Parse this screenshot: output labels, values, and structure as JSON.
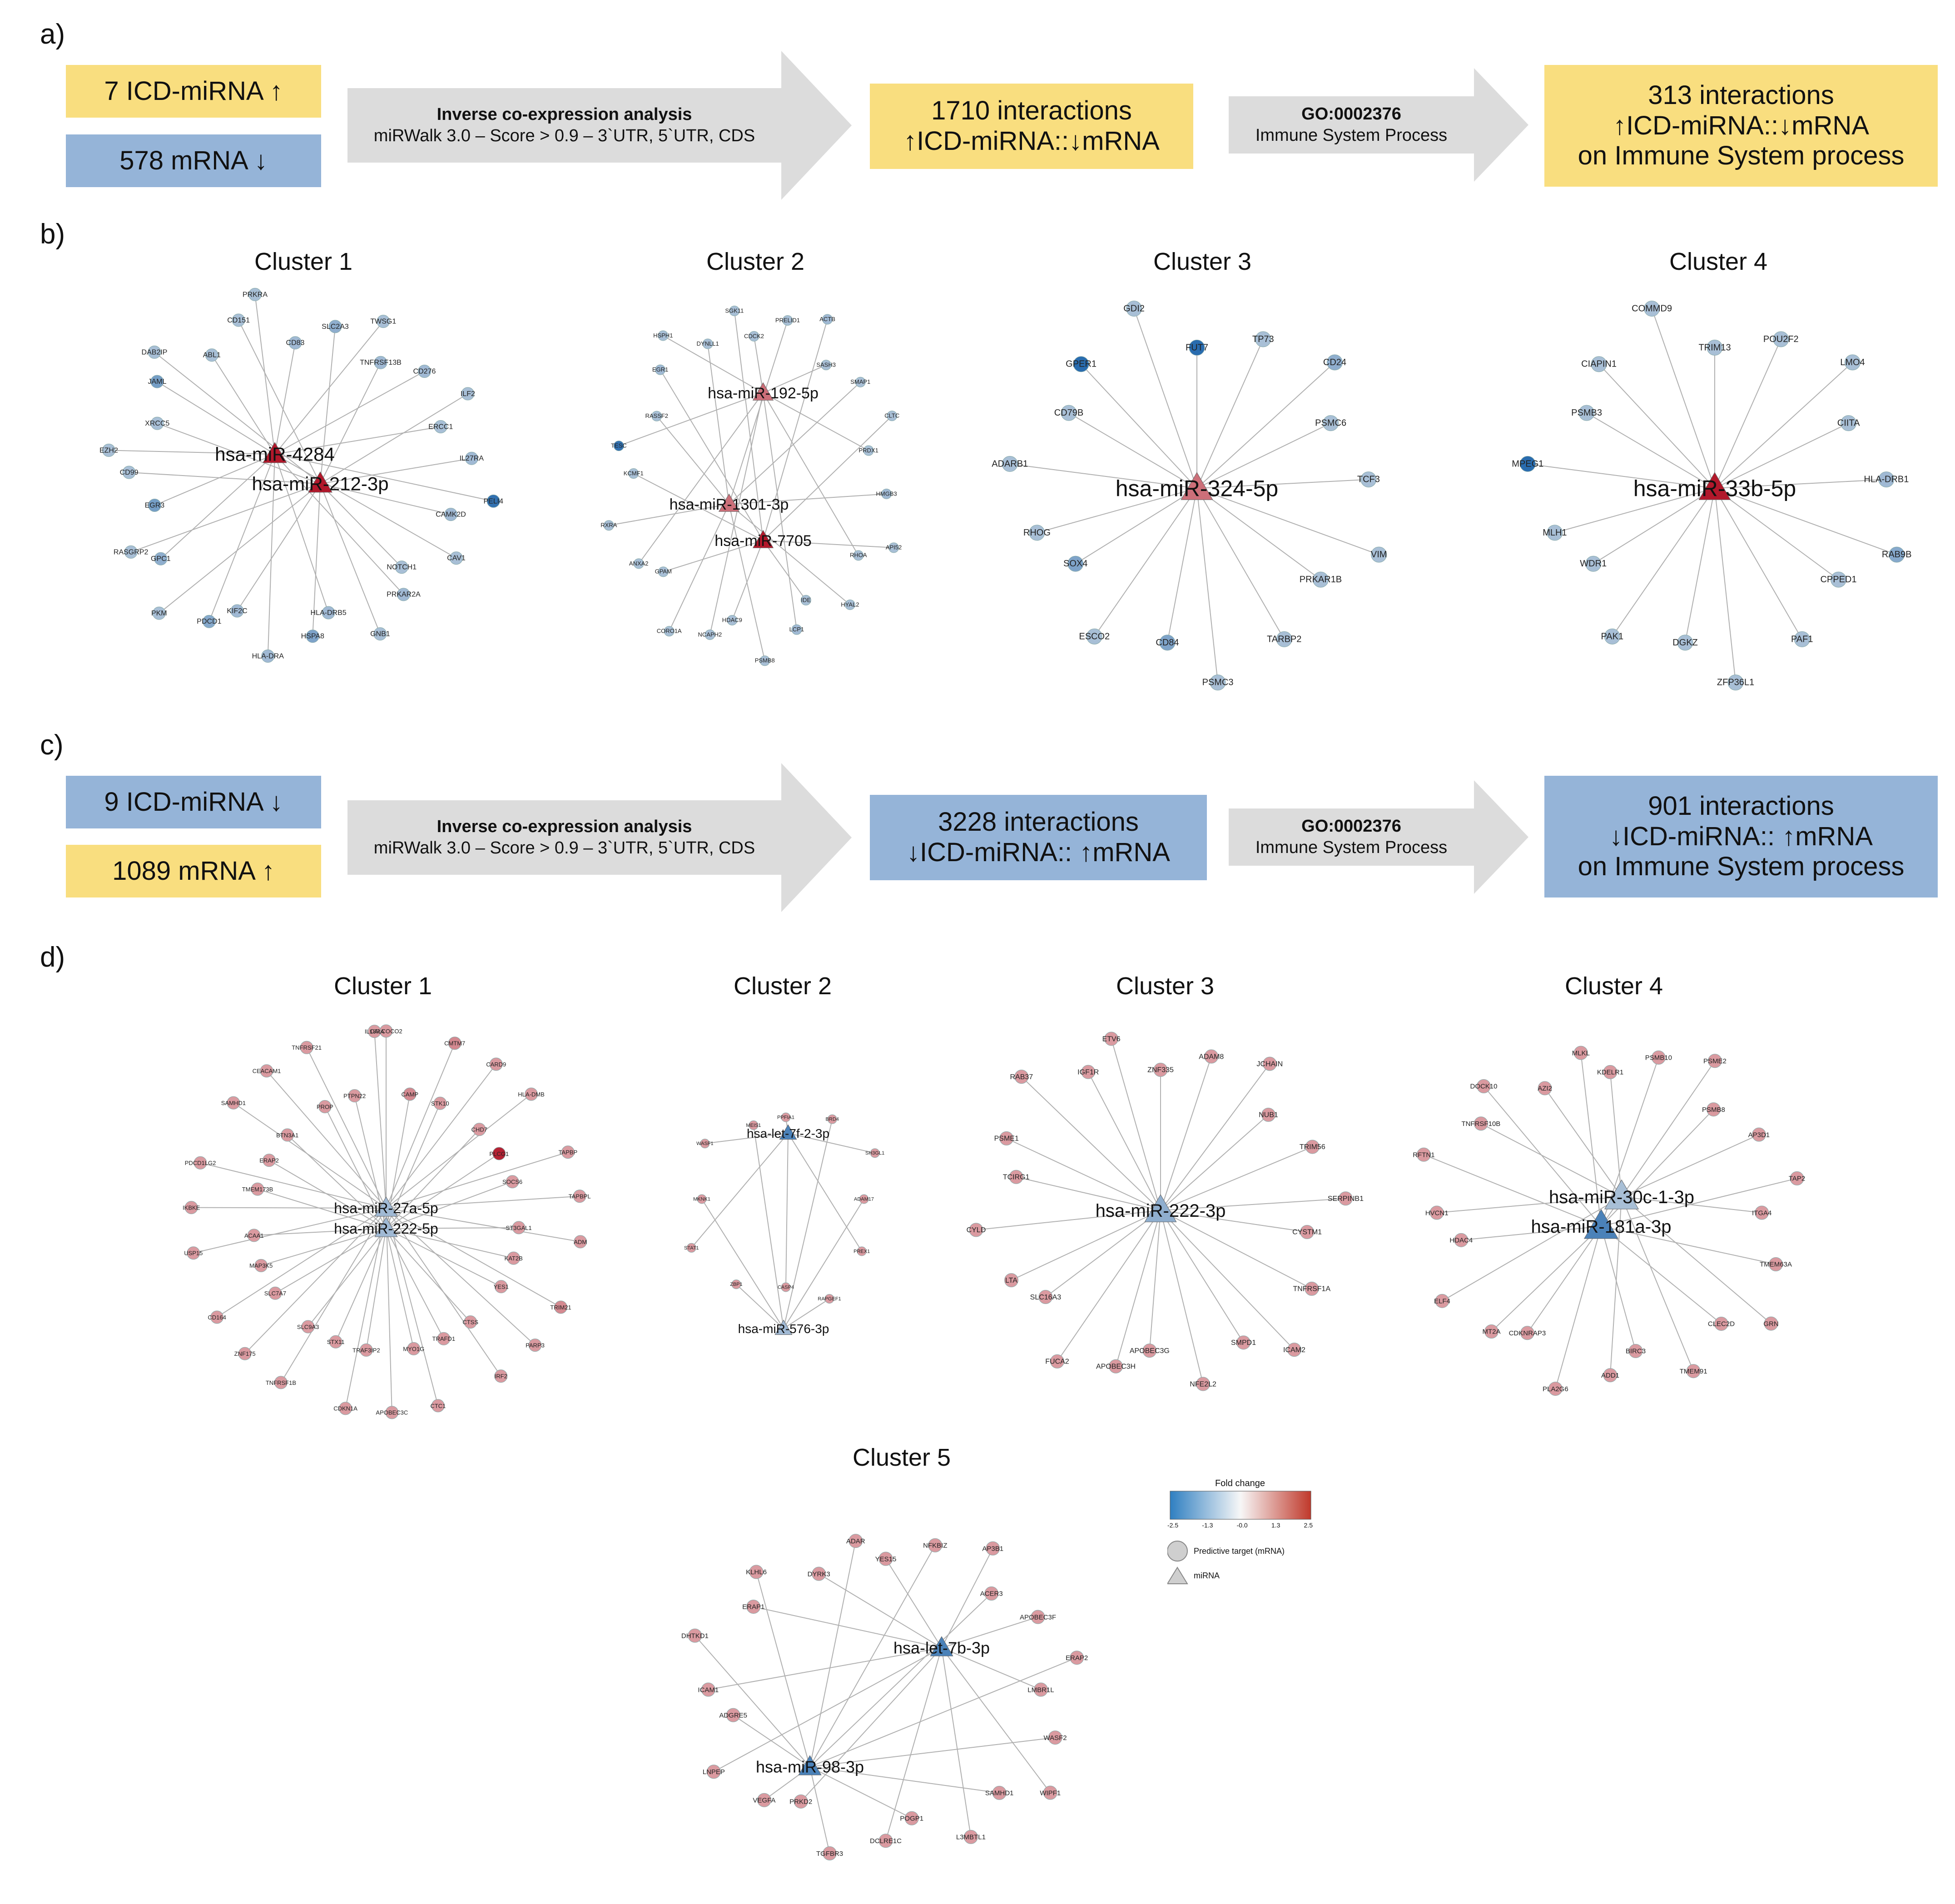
{
  "panels": {
    "a": {
      "letter": "a)",
      "up_mirna": "7 ICD-miRNA ↑",
      "down_mrna": "578 mRNA ↓",
      "arrow1_title": "Inverse co-expression analysis",
      "arrow1_sub": "miRWalk 3.0 – Score > 0.9 – 3`UTR, 5`UTR, CDS",
      "result_line1": "1710 interactions",
      "result_line2": "↑ICD-miRNA::↓mRNA",
      "arrow2_title": "GO:0002376",
      "arrow2_sub": "Immune System Process",
      "final_line1": "313 interactions",
      "final_line2": "↑ICD-miRNA::↓mRNA",
      "final_line3": "on Immune System process"
    },
    "b": {
      "letter": "b)",
      "clusters": [
        "Cluster 1",
        "Cluster 2",
        "Cluster 3",
        "Cluster 4"
      ]
    },
    "c": {
      "letter": "c)",
      "down_mirna": "9 ICD-miRNA ↓",
      "up_mrna": "1089 mRNA ↑",
      "arrow1_title": "Inverse co-expression analysis",
      "arrow1_sub": "miRWalk 3.0 – Score > 0.9 – 3`UTR, 5`UTR, CDS",
      "result_line1": "3228 interactions",
      "result_line2": "↓ICD-miRNA:: ↑mRNA",
      "arrow2_title": "GO:0002376",
      "arrow2_sub": "Immune System Process",
      "final_line1": "901 interactions",
      "final_line2": "↓ICD-miRNA:: ↑mRNA",
      "final_line3": "on Immune System process"
    },
    "d": {
      "letter": "d)",
      "clusters": [
        "Cluster 1",
        "Cluster 2",
        "Cluster 3",
        "Cluster 4",
        "Cluster 5"
      ]
    }
  },
  "legend": {
    "title": "Fold change",
    "ticks": [
      "-2.5",
      "-1.3",
      "-0.0",
      "1.3",
      "2.5"
    ],
    "circle_label": "Predictive target (mRNA)",
    "triangle_label": "miRNA",
    "colors": {
      "low": "#2f7fc1",
      "mid": "#f7f7f7",
      "high": "#c0392b"
    }
  },
  "colors": {
    "yellow_box": "#f9de7f",
    "blue_box": "#95b4d8",
    "arrow_gray": "#dcdcdc",
    "edge_gray": "#b0b0b0",
    "mirna_up_dark": "#b3202a",
    "mirna_up_light": "#e07a6a",
    "mirna_down": "#2f6fb0",
    "mirna_down_light": "#6aa3d4"
  },
  "networks": [
    {
      "id": "b1",
      "panel": "b",
      "cluster": "Cluster 1",
      "mirnas": [
        {
          "name": "hsa-miR-4284",
          "fold": 2.5
        },
        {
          "name": "hsa-miR-212-3p",
          "fold": 2.5
        }
      ],
      "targets": [
        {
          "name": "CD83",
          "fold": -1.0
        },
        {
          "name": "SLC2A3",
          "fold": -1.2
        },
        {
          "name": "TWSG1",
          "fold": -0.9
        },
        {
          "name": "TNFRSF13B",
          "fold": -1.0
        },
        {
          "name": "CD276",
          "fold": -1.0
        },
        {
          "name": "ILF2",
          "fold": -0.9
        },
        {
          "name": "ERCC1",
          "fold": -0.9
        },
        {
          "name": "IL27RA",
          "fold": -1.0
        },
        {
          "name": "PELI4",
          "fold": -2.3
        },
        {
          "name": "CAMK2D",
          "fold": -1.0
        },
        {
          "name": "CAV1",
          "fold": -0.9
        },
        {
          "name": "NOTCH1",
          "fold": -0.9
        },
        {
          "name": "PRKAR2A",
          "fold": -1.0
        },
        {
          "name": "GNB1",
          "fold": -0.9
        },
        {
          "name": "HLA-DRB5",
          "fold": -1.0
        },
        {
          "name": "HSPA8",
          "fold": -1.4
        },
        {
          "name": "HLA-DRA",
          "fold": -1.0
        },
        {
          "name": "KIF2C",
          "fold": -1.0
        },
        {
          "name": "PDCD1",
          "fold": -1.3
        },
        {
          "name": "PKM",
          "fold": -0.9
        },
        {
          "name": "GPC1",
          "fold": -1.2
        },
        {
          "name": "RASGRP2",
          "fold": -0.9
        },
        {
          "name": "EGR3",
          "fold": -1.5
        },
        {
          "name": "CD99",
          "fold": -0.9
        },
        {
          "name": "EZH2",
          "fold": -0.9
        },
        {
          "name": "XRCC5",
          "fold": -0.9
        },
        {
          "name": "JAML",
          "fold": -1.5
        },
        {
          "name": "DAB2IP",
          "fold": -0.9
        },
        {
          "name": "ABL1",
          "fold": -0.9
        },
        {
          "name": "CD151",
          "fold": -0.9
        },
        {
          "name": "PRKRA",
          "fold": -0.9
        }
      ]
    },
    {
      "id": "b2",
      "panel": "b",
      "cluster": "Cluster 2",
      "mirnas": [
        {
          "name": "hsa-miR-192-5p",
          "fold": 1.5
        },
        {
          "name": "hsa-miR-1301-3p",
          "fold": 1.5
        },
        {
          "name": "hsa-miR-7705",
          "fold": 2.5
        }
      ],
      "targets": [
        {
          "name": "CDCK2",
          "fold": -0.9
        },
        {
          "name": "PRELID1",
          "fold": -0.9
        },
        {
          "name": "ACTB",
          "fold": -1.0
        },
        {
          "name": "SASH3",
          "fold": -0.9
        },
        {
          "name": "SMAP1",
          "fold": -0.9
        },
        {
          "name": "CLTC",
          "fold": -0.9
        },
        {
          "name": "PRDX1",
          "fold": -0.9
        },
        {
          "name": "HMGB3",
          "fold": -1.0
        },
        {
          "name": "API52",
          "fold": -0.9
        },
        {
          "name": "RHOA",
          "fold": -0.9
        },
        {
          "name": "HYAL2",
          "fold": -0.9
        },
        {
          "name": "IDE",
          "fold": -0.9
        },
        {
          "name": "LCP1",
          "fold": -1.0
        },
        {
          "name": "PSMB8",
          "fold": -0.9
        },
        {
          "name": "HDAC9",
          "fold": -0.9
        },
        {
          "name": "NCAPH2",
          "fold": -0.9
        },
        {
          "name": "CORO1A",
          "fold": -0.9
        },
        {
          "name": "GPAM",
          "fold": -0.9
        },
        {
          "name": "ANXA2",
          "fold": -0.9
        },
        {
          "name": "RXRA",
          "fold": -0.9
        },
        {
          "name": "KCMF1",
          "fold": -0.9
        },
        {
          "name": "TESC",
          "fold": -2.3
        },
        {
          "name": "RASSF2",
          "fold": -0.9
        },
        {
          "name": "EGR1",
          "fold": -1.0
        },
        {
          "name": "HSPH1",
          "fold": -0.9
        },
        {
          "name": "DYNLL1",
          "fold": -0.9
        },
        {
          "name": "SGK11",
          "fold": -0.9
        }
      ]
    },
    {
      "id": "b3",
      "panel": "b",
      "cluster": "Cluster 3",
      "mirnas": [
        {
          "name": "hsa-miR-324-5p",
          "fold": 1.5
        }
      ],
      "targets": [
        {
          "name": "FUT7",
          "fold": -2.4
        },
        {
          "name": "TP73",
          "fold": -0.9
        },
        {
          "name": "CD24",
          "fold": -1.2
        },
        {
          "name": "PSMC6",
          "fold": -0.9
        },
        {
          "name": "TCF3",
          "fold": -0.9
        },
        {
          "name": "VIM",
          "fold": -0.9
        },
        {
          "name": "PRKAR1B",
          "fold": -0.9
        },
        {
          "name": "TARBP2",
          "fold": -0.9
        },
        {
          "name": "PSMC3",
          "fold": -0.9
        },
        {
          "name": "CD84",
          "fold": -1.4
        },
        {
          "name": "ESCO2",
          "fold": -0.9
        },
        {
          "name": "SOX4",
          "fold": -1.4
        },
        {
          "name": "RHOG",
          "fold": -0.9
        },
        {
          "name": "ADARB1",
          "fold": -0.9
        },
        {
          "name": "CD79B",
          "fold": -0.9
        },
        {
          "name": "GPER1",
          "fold": -2.4
        },
        {
          "name": "GDI2",
          "fold": -0.9
        }
      ]
    },
    {
      "id": "b4",
      "panel": "b",
      "cluster": "Cluster 4",
      "mirnas": [
        {
          "name": "hsa-miR-33b-5p",
          "fold": 2.5
        }
      ],
      "targets": [
        {
          "name": "TRIM13",
          "fold": -0.9
        },
        {
          "name": "POU2F2",
          "fold": -0.9
        },
        {
          "name": "LMO4",
          "fold": -0.9
        },
        {
          "name": "CIITA",
          "fold": -0.9
        },
        {
          "name": "HLA-DRB1",
          "fold": -1.0
        },
        {
          "name": "RAB9B",
          "fold": -1.3
        },
        {
          "name": "CPPED1",
          "fold": -0.9
        },
        {
          "name": "PAF1",
          "fold": -0.9
        },
        {
          "name": "ZFP36L1",
          "fold": -0.9
        },
        {
          "name": "DGKZ",
          "fold": -0.9
        },
        {
          "name": "PAK1",
          "fold": -0.9
        },
        {
          "name": "WDR1",
          "fold": -0.9
        },
        {
          "name": "MLH1",
          "fold": -0.9
        },
        {
          "name": "MPEG1",
          "fold": -2.4
        },
        {
          "name": "PSMB3",
          "fold": -0.9
        },
        {
          "name": "CIAPIN1",
          "fold": -0.9
        },
        {
          "name": "COMMD9",
          "fold": -0.9
        }
      ]
    },
    {
      "id": "d1",
      "panel": "d",
      "cluster": "Cluster 1",
      "mirnas": [
        {
          "name": "hsa-miR-27a-5p",
          "fold": -1.0
        },
        {
          "name": "hsa-miR-222-5p",
          "fold": -1.0
        }
      ],
      "targets": [
        {
          "name": "CALCOCO2",
          "fold": 1.0
        },
        {
          "name": "CAMP",
          "fold": 1.2
        },
        {
          "name": "CMTM7",
          "fold": 1.2
        },
        {
          "name": "STK10",
          "fold": 1.0
        },
        {
          "name": "CARD9",
          "fold": 1.0
        },
        {
          "name": "CHD7",
          "fold": 1.0
        },
        {
          "name": "HLA-DMB",
          "fold": 1.0
        },
        {
          "name": "PLCG1",
          "fold": 2.4
        },
        {
          "name": "TAPBP",
          "fold": 1.0
        },
        {
          "name": "SOCS6",
          "fold": 1.0
        },
        {
          "name": "TAPBPL",
          "fold": 1.0
        },
        {
          "name": "ST3GAL1",
          "fold": 1.0
        },
        {
          "name": "ADM",
          "fold": 1.0
        },
        {
          "name": "KAT2B",
          "fold": 1.0
        },
        {
          "name": "TRIM21",
          "fold": 1.2
        },
        {
          "name": "YES1",
          "fold": 1.0
        },
        {
          "name": "PARP3",
          "fold": 1.0
        },
        {
          "name": "CTSS",
          "fold": 1.0
        },
        {
          "name": "IRF2",
          "fold": 1.0
        },
        {
          "name": "TRAFD1",
          "fold": 1.0
        },
        {
          "name": "CTC1",
          "fold": 1.0
        },
        {
          "name": "MYO1G",
          "fold": 1.0
        },
        {
          "name": "APOBEC3C",
          "fold": 1.0
        },
        {
          "name": "TRAF3IP2",
          "fold": 1.0
        },
        {
          "name": "CDKN1A",
          "fold": 1.0
        },
        {
          "name": "STX11",
          "fold": 1.0
        },
        {
          "name": "TNFRSF1B",
          "fold": 1.0
        },
        {
          "name": "SLC9A3",
          "fold": 1.0
        },
        {
          "name": "ZNF175",
          "fold": 1.0
        },
        {
          "name": "SLC7A7",
          "fold": 1.0
        },
        {
          "name": "CD164",
          "fold": 1.0
        },
        {
          "name": "MAP3K5",
          "fold": 1.0
        },
        {
          "name": "USP15",
          "fold": 1.0
        },
        {
          "name": "ACAA1",
          "fold": 1.0
        },
        {
          "name": "IKBKE",
          "fold": 1.0
        },
        {
          "name": "TMEM173B",
          "fold": 1.0
        },
        {
          "name": "PDCD1LG2",
          "fold": 1.0
        },
        {
          "name": "ERAP2",
          "fold": 1.0
        },
        {
          "name": "SAMHD1",
          "fold": 1.0
        },
        {
          "name": "BTN3A1",
          "fold": 1.0
        },
        {
          "name": "CEACAM1",
          "fold": 1.0
        },
        {
          "name": "PROP",
          "fold": 1.0
        },
        {
          "name": "TNFRSF21",
          "fold": 1.0
        },
        {
          "name": "PTPN22",
          "fold": 1.0
        },
        {
          "name": "IL18RA",
          "fold": 1.0
        }
      ]
    },
    {
      "id": "d2",
      "panel": "d",
      "cluster": "Cluster 2",
      "mirnas": [
        {
          "name": "hsa-let-7f-2-3p",
          "fold": -2.0
        },
        {
          "name": "hsa-miR-576-3p",
          "fold": -1.0
        }
      ],
      "targets": [
        {
          "name": "PPFIA1",
          "fold": 1.0
        },
        {
          "name": "BRD4",
          "fold": 1.0
        },
        {
          "name": "SH3GL1",
          "fold": 1.0
        },
        {
          "name": "ADAM17",
          "fold": 1.0
        },
        {
          "name": "PREX1",
          "fold": 1.0
        },
        {
          "name": "RAPGEF1",
          "fold": 1.0
        },
        {
          "name": "CASP4",
          "fold": 1.0
        },
        {
          "name": "ZBP1",
          "fold": 1.0
        },
        {
          "name": "STAT1",
          "fold": 1.0
        },
        {
          "name": "MKNK1",
          "fold": 1.0
        },
        {
          "name": "WASF1",
          "fold": 1.0
        },
        {
          "name": "MEIS1",
          "fold": 1.0
        }
      ]
    },
    {
      "id": "d3",
      "panel": "d",
      "cluster": "Cluster 3",
      "mirnas": [
        {
          "name": "hsa-miR-222-3p",
          "fold": -1.2
        }
      ],
      "targets": [
        {
          "name": "ZNF335",
          "fold": 1.0
        },
        {
          "name": "ADAM8",
          "fold": 1.0
        },
        {
          "name": "JCHAIN",
          "fold": 1.0
        },
        {
          "name": "NUB1",
          "fold": 1.0
        },
        {
          "name": "TRIM56",
          "fold": 1.0
        },
        {
          "name": "SERPINB1",
          "fold": 1.0
        },
        {
          "name": "CYSTM1",
          "fold": 1.0
        },
        {
          "name": "TNFRSF1A",
          "fold": 1.0
        },
        {
          "name": "ICAM2",
          "fold": 1.0
        },
        {
          "name": "SMPD1",
          "fold": 1.0
        },
        {
          "name": "NFE2L2",
          "fold": 1.0
        },
        {
          "name": "APOBEC3G",
          "fold": 1.0
        },
        {
          "name": "APOBEC3H",
          "fold": 1.0
        },
        {
          "name": "FUCA2",
          "fold": 1.0
        },
        {
          "name": "SLC16A3",
          "fold": 1.0
        },
        {
          "name": "LTA",
          "fold": 1.0
        },
        {
          "name": "CYLD",
          "fold": 1.0
        },
        {
          "name": "TCIRG1",
          "fold": 1.0
        },
        {
          "name": "PSME1",
          "fold": 1.0
        },
        {
          "name": "RAB37",
          "fold": 1.0
        },
        {
          "name": "IGF1R",
          "fold": 1.0
        },
        {
          "name": "ETV6",
          "fold": 1.0
        }
      ]
    },
    {
      "id": "d4",
      "panel": "d",
      "cluster": "Cluster 4",
      "mirnas": [
        {
          "name": "hsa-miR-30c-1-3p",
          "fold": -0.9
        },
        {
          "name": "hsa-miR-181a-3p",
          "fold": -2.0
        }
      ],
      "targets": [
        {
          "name": "KDELR1",
          "fold": 1.0
        },
        {
          "name": "PSMB10",
          "fold": 1.0
        },
        {
          "name": "PSME2",
          "fold": 1.0
        },
        {
          "name": "PSMB8",
          "fold": 1.0
        },
        {
          "name": "AP3D1",
          "fold": 1.0
        },
        {
          "name": "TAP2",
          "fold": 1.0
        },
        {
          "name": "ITGA4",
          "fold": 1.0
        },
        {
          "name": "TMEM63A",
          "fold": 1.0
        },
        {
          "name": "GRN",
          "fold": 1.0
        },
        {
          "name": "CLEC2D",
          "fold": 1.0
        },
        {
          "name": "TMEM91",
          "fold": 1.0
        },
        {
          "name": "BIRC3",
          "fold": 1.0
        },
        {
          "name": "ADD1",
          "fold": 1.0
        },
        {
          "name": "PLA2G6",
          "fold": 1.0
        },
        {
          "name": "CDKNRAP3",
          "fold": 1.0
        },
        {
          "name": "MT2A",
          "fold": 1.0
        },
        {
          "name": "ELF4",
          "fold": 1.0
        },
        {
          "name": "HDAC4",
          "fold": 1.0
        },
        {
          "name": "HVCN1",
          "fold": 1.0
        },
        {
          "name": "RFTN1",
          "fold": 1.0
        },
        {
          "name": "TNFRSF10B",
          "fold": 1.0
        },
        {
          "name": "DOCK10",
          "fold": 1.0
        },
        {
          "name": "AZI2",
          "fold": 1.0
        },
        {
          "name": "MLKL",
          "fold": 1.0
        }
      ]
    },
    {
      "id": "d5",
      "panel": "d",
      "cluster": "Cluster 5",
      "mirnas": [
        {
          "name": "hsa-let-7b-3p",
          "fold": -2.0
        },
        {
          "name": "hsa-miR-98-3p",
          "fold": -2.0
        }
      ],
      "targets": [
        {
          "name": "YES15",
          "fold": 1.0
        },
        {
          "name": "NFKBIZ",
          "fold": 1.0
        },
        {
          "name": "AP3B1",
          "fold": 1.0
        },
        {
          "name": "ACER3",
          "fold": 1.0
        },
        {
          "name": "APOBEC3F",
          "fold": 1.0
        },
        {
          "name": "ERAP2",
          "fold": 1.0
        },
        {
          "name": "LMBR1L",
          "fold": 1.0
        },
        {
          "name": "WASF2",
          "fold": 1.0
        },
        {
          "name": "WIPF1",
          "fold": 1.0
        },
        {
          "name": "SAMHD1",
          "fold": 1.0
        },
        {
          "name": "L3MBTL1",
          "fold": 1.0
        },
        {
          "name": "POGP1",
          "fold": 1.0
        },
        {
          "name": "DCLRE1C",
          "fold": 1.0
        },
        {
          "name": "TGFBR3",
          "fold": 1.0
        },
        {
          "name": "PRKD2",
          "fold": 1.0
        },
        {
          "name": "VEGFA",
          "fold": 1.0
        },
        {
          "name": "LNPEP",
          "fold": 1.0
        },
        {
          "name": "ADGRE5",
          "fold": 1.0
        },
        {
          "name": "ICAM1",
          "fold": 1.0
        },
        {
          "name": "DHTKD1",
          "fold": 1.0
        },
        {
          "name": "ERAP1",
          "fold": 1.0
        },
        {
          "name": "KLHL6",
          "fold": 1.0
        },
        {
          "name": "DYRK3",
          "fold": 1.0
        },
        {
          "name": "ADAR",
          "fold": 1.0
        }
      ]
    }
  ]
}
